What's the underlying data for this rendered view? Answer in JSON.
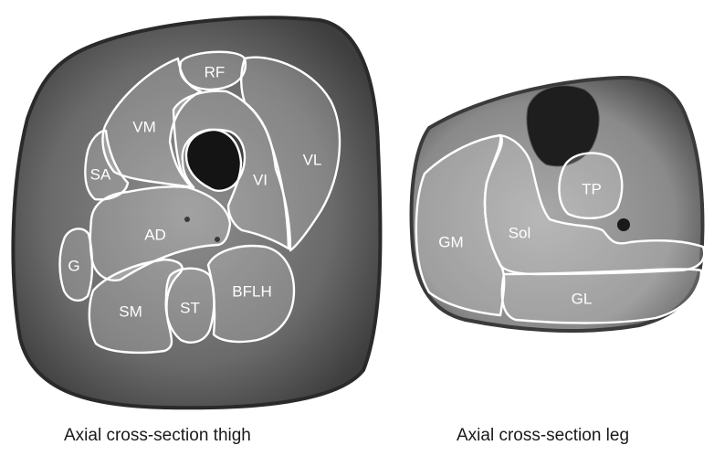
{
  "panels": {
    "thigh": {
      "caption": "Axial cross-section thigh",
      "muscles": {
        "rf": "RF",
        "vm": "VM",
        "vl": "VL",
        "vi": "VI",
        "sa": "SA",
        "ad": "AD",
        "g": "G",
        "sm": "SM",
        "st": "ST",
        "bflh": "BFLH"
      }
    },
    "leg": {
      "caption": "Axial cross-section leg",
      "muscles": {
        "tp": "TP",
        "gm": "GM",
        "sol": "Sol",
        "gl": "GL"
      }
    }
  }
}
